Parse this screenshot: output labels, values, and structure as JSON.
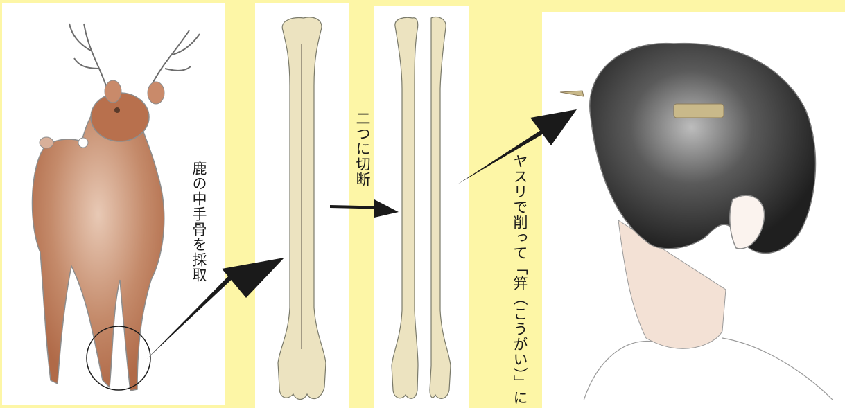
{
  "labels": {
    "step1": "鹿の中手骨を採取",
    "step2": "二つに切断",
    "step3": "ヤスリで削って「笄（こうがい）」に"
  },
  "colors": {
    "background": "#fdf6a6",
    "bone": "#ece3c0",
    "deer": "#b76e4e",
    "hair": "#3a3a3a",
    "hairpin": "#c9b98a"
  }
}
